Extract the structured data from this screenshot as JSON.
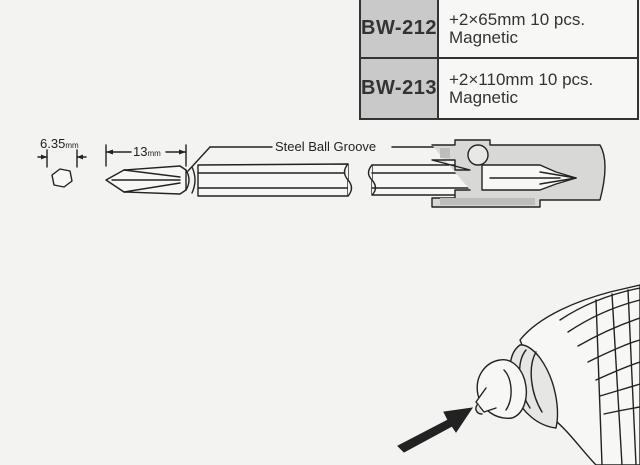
{
  "table": {
    "rows": [
      {
        "code": "BW-212",
        "line1": "+2×65mm 10 pcs.",
        "line2": "Magnetic"
      },
      {
        "code": "BW-213",
        "line1": "+2×110mm 10 pcs.",
        "line2": "Magnetic"
      }
    ]
  },
  "diagram": {
    "hex_size_value": "6.35",
    "hex_size_unit": "mm",
    "tip_length_value": "13",
    "tip_length_unit": "mm",
    "groove_label": "Steel Ball Groove"
  },
  "colors": {
    "line": "#222222",
    "table_code_bg": "#c9c9c9",
    "page_bg": "#f3f3f1"
  }
}
